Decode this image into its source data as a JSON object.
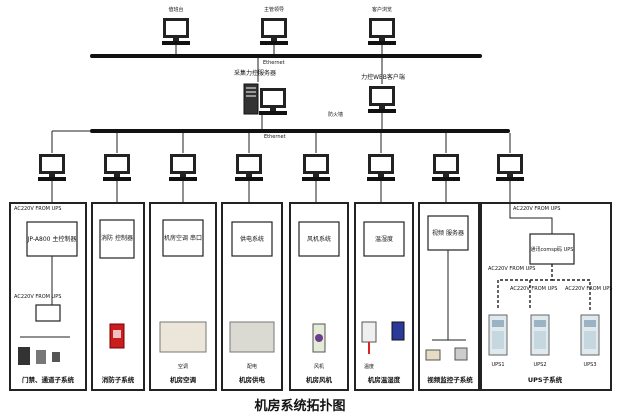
{
  "top_stations": [
    "值班台",
    "主管领导",
    "客户浏览"
  ],
  "bus_labels": {
    "top": "Ethernet",
    "middle": "Ethernet"
  },
  "servers": {
    "main": "采集力控服务器",
    "web": "力控WEB客户端"
  },
  "firewall_label": "防火墙",
  "subsystems": [
    {
      "box_label": "JP-A800 主控制器",
      "caption": "门禁、通道子系统"
    },
    {
      "box_label": "消防 控制器",
      "caption": "消防子系统"
    },
    {
      "box_label": "机房空调 串口",
      "caption": "机房空调",
      "equip_label": "空调"
    },
    {
      "box_label": "供电系统",
      "caption": "机房供电",
      "equip_label": "配电"
    },
    {
      "box_label": "风机系统",
      "caption": "机房风机",
      "equip_label": "风机"
    },
    {
      "box_label": "温湿度",
      "caption": "机房温湿度",
      "equip_label": "温度"
    },
    {
      "box_label": "视频 服务器",
      "caption": "视频监控子系统"
    },
    {
      "box_label": "通讯comsp码 UPS",
      "caption": "UPS子系统"
    }
  ],
  "power_notes": {
    "ac220_ups": "AC220V FROM UPS"
  },
  "ups_units": [
    "UPS1",
    "UPS2",
    "UPS3"
  ],
  "diagram_title": "机房系统拓扑图"
}
